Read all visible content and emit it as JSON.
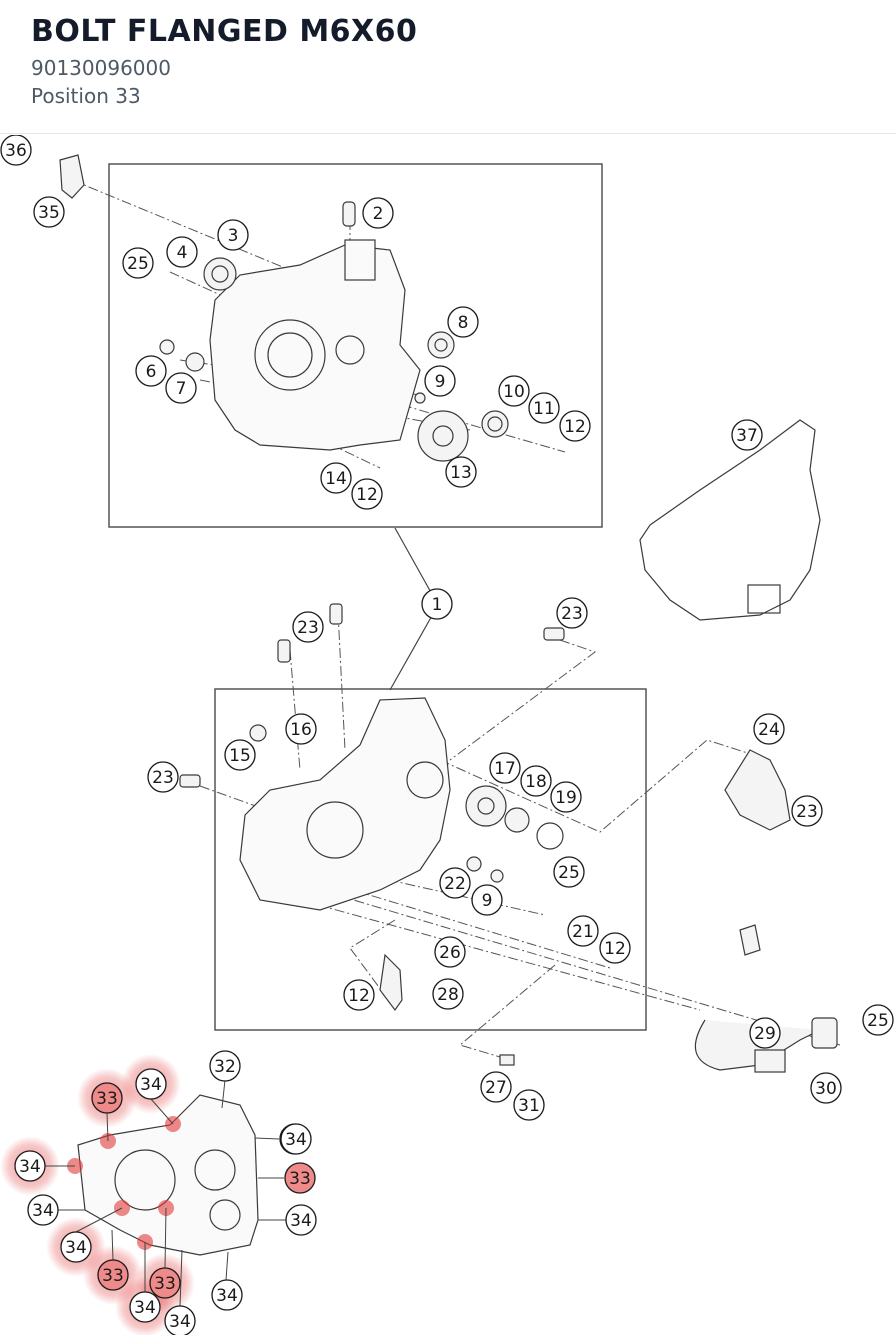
{
  "header": {
    "title": "BOLT FLANGED M6X60",
    "part_number": "90130096000",
    "position_label": "Position 33"
  },
  "colors": {
    "highlight": "#e23b3b",
    "line": "#3a3a3a",
    "text": "#141c2b",
    "subtext": "#4e5966"
  },
  "diagram": {
    "selected_callout": "33",
    "callouts": [
      "36",
      "35",
      "2",
      "3",
      "4",
      "25",
      "8",
      "6",
      "7",
      "9",
      "10",
      "11",
      "12",
      "37",
      "14",
      "12",
      "13",
      "1",
      "23",
      "23",
      "23",
      "24",
      "16",
      "15",
      "23",
      "17",
      "18",
      "19",
      "25",
      "22",
      "9",
      "21",
      "26",
      "12",
      "12",
      "28",
      "25",
      "29",
      "30",
      "27",
      "31",
      "32",
      "34",
      "33",
      "33",
      "34",
      "33",
      "34",
      "34",
      "34",
      "33",
      "33",
      "34",
      "34",
      "34",
      "34"
    ]
  }
}
